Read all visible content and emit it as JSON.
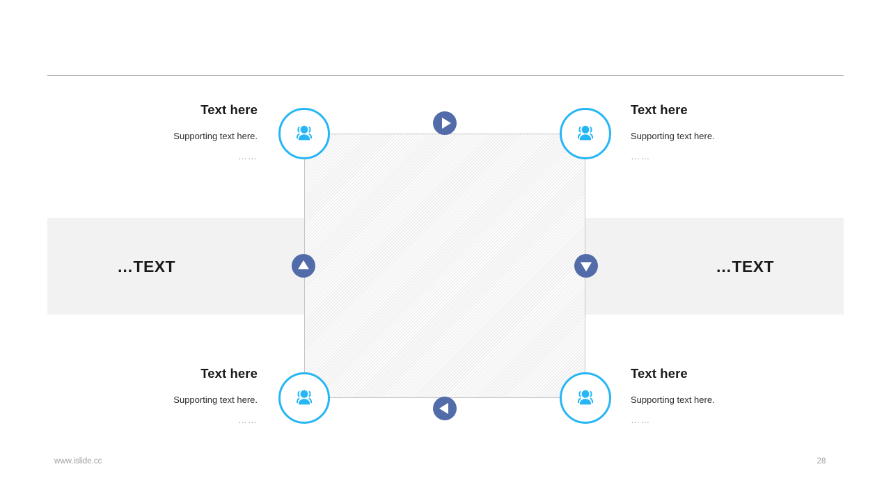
{
  "slide": {
    "background_color": "#ffffff",
    "accent_blue": "#27b6f5",
    "marker_blue": "#526ca9",
    "band_color": "#f2f2f2",
    "rule_color": "#b9b9b9"
  },
  "band": {
    "left_label": "…TEXT",
    "right_label": "…TEXT"
  },
  "nodes": [
    {
      "position": "top-left",
      "icon": "people-group-icon",
      "heading": "Text here",
      "support": "Supporting text here.",
      "dots": "……"
    },
    {
      "position": "top-right",
      "icon": "people-group-icon",
      "heading": "Text here",
      "support": "Supporting text here.",
      "dots": "……"
    },
    {
      "position": "bottom-left",
      "icon": "people-group-icon",
      "heading": "Text here",
      "support": "Supporting text here.",
      "dots": "……"
    },
    {
      "position": "bottom-right",
      "icon": "people-group-icon",
      "heading": "Text here",
      "support": "Supporting text here.",
      "dots": "……"
    }
  ],
  "markers": [
    {
      "position": "top",
      "icon": "arrow-right-triangle-icon"
    },
    {
      "position": "right",
      "icon": "arrow-down-triangle-icon"
    },
    {
      "position": "bottom",
      "icon": "arrow-left-triangle-icon"
    },
    {
      "position": "left",
      "icon": "arrow-up-triangle-icon"
    }
  ],
  "footer": {
    "url": "www.islide.cc",
    "page_number": "28"
  }
}
